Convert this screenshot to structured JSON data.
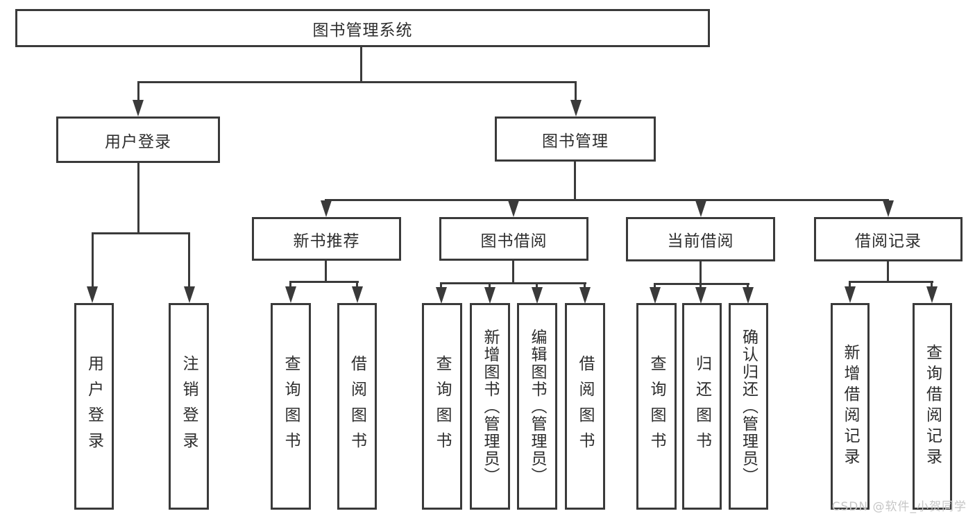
{
  "diagram": {
    "root": {
      "label": "图书管理系统"
    },
    "level2": [
      {
        "label": "用户登录"
      },
      {
        "label": "图书管理"
      }
    ],
    "level3": [
      {
        "label": "新书推荐"
      },
      {
        "label": "图书借阅"
      },
      {
        "label": "当前借阅"
      },
      {
        "label": "借阅记录"
      }
    ],
    "leaves": [
      {
        "label": "用户登录"
      },
      {
        "label": "注销登录"
      },
      {
        "label": "查询图书"
      },
      {
        "label": "借阅图书"
      },
      {
        "label": "查询图书"
      },
      {
        "label": "新增图书（管理员）"
      },
      {
        "label": "编辑图书（管理员）"
      },
      {
        "label": "借阅图书"
      },
      {
        "label": "查询图书"
      },
      {
        "label": "归还图书"
      },
      {
        "label": "确认归还（管理员）"
      },
      {
        "label": "新增借阅记录"
      },
      {
        "label": "查询借阅记录"
      }
    ],
    "colors": {
      "line": "#3a3a3a",
      "text": "#2d2d2d",
      "watermark": "#c6c6c6"
    }
  },
  "watermark": {
    "text": "CSDN @软件_小贺同学"
  }
}
